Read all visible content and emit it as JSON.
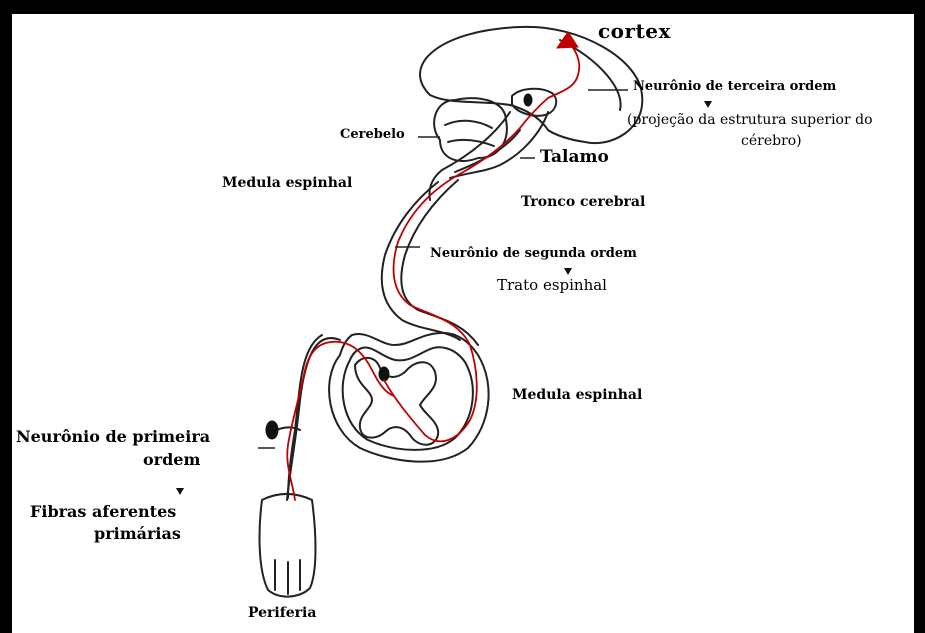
{
  "labels": {
    "cortex": "cortex",
    "neuron3_title": "Neurônio de terceira ordem",
    "neuron3_desc_line1": "(projeção da estrutura superior do",
    "neuron3_desc_line2": "cérebro)",
    "cerebelo": "Cerebelo",
    "talamo": "Talamo",
    "medula_top": "Medula espinhal",
    "tronco": "Tronco cerebral",
    "neuron2_title": "Neurônio de segunda ordem",
    "neuron2_desc": "Trato espinhal",
    "medula_bottom": "Medula espinhal",
    "neuron1_line1": "Neurônio de primeira",
    "neuron1_line2": "ordem",
    "fibras_line1": "Fibras aferentes",
    "fibras_line2": "primárias",
    "periferia": "Periferia"
  },
  "colors": {
    "pathway": "#c00000",
    "outline": "#222222",
    "frame": "#000000"
  }
}
